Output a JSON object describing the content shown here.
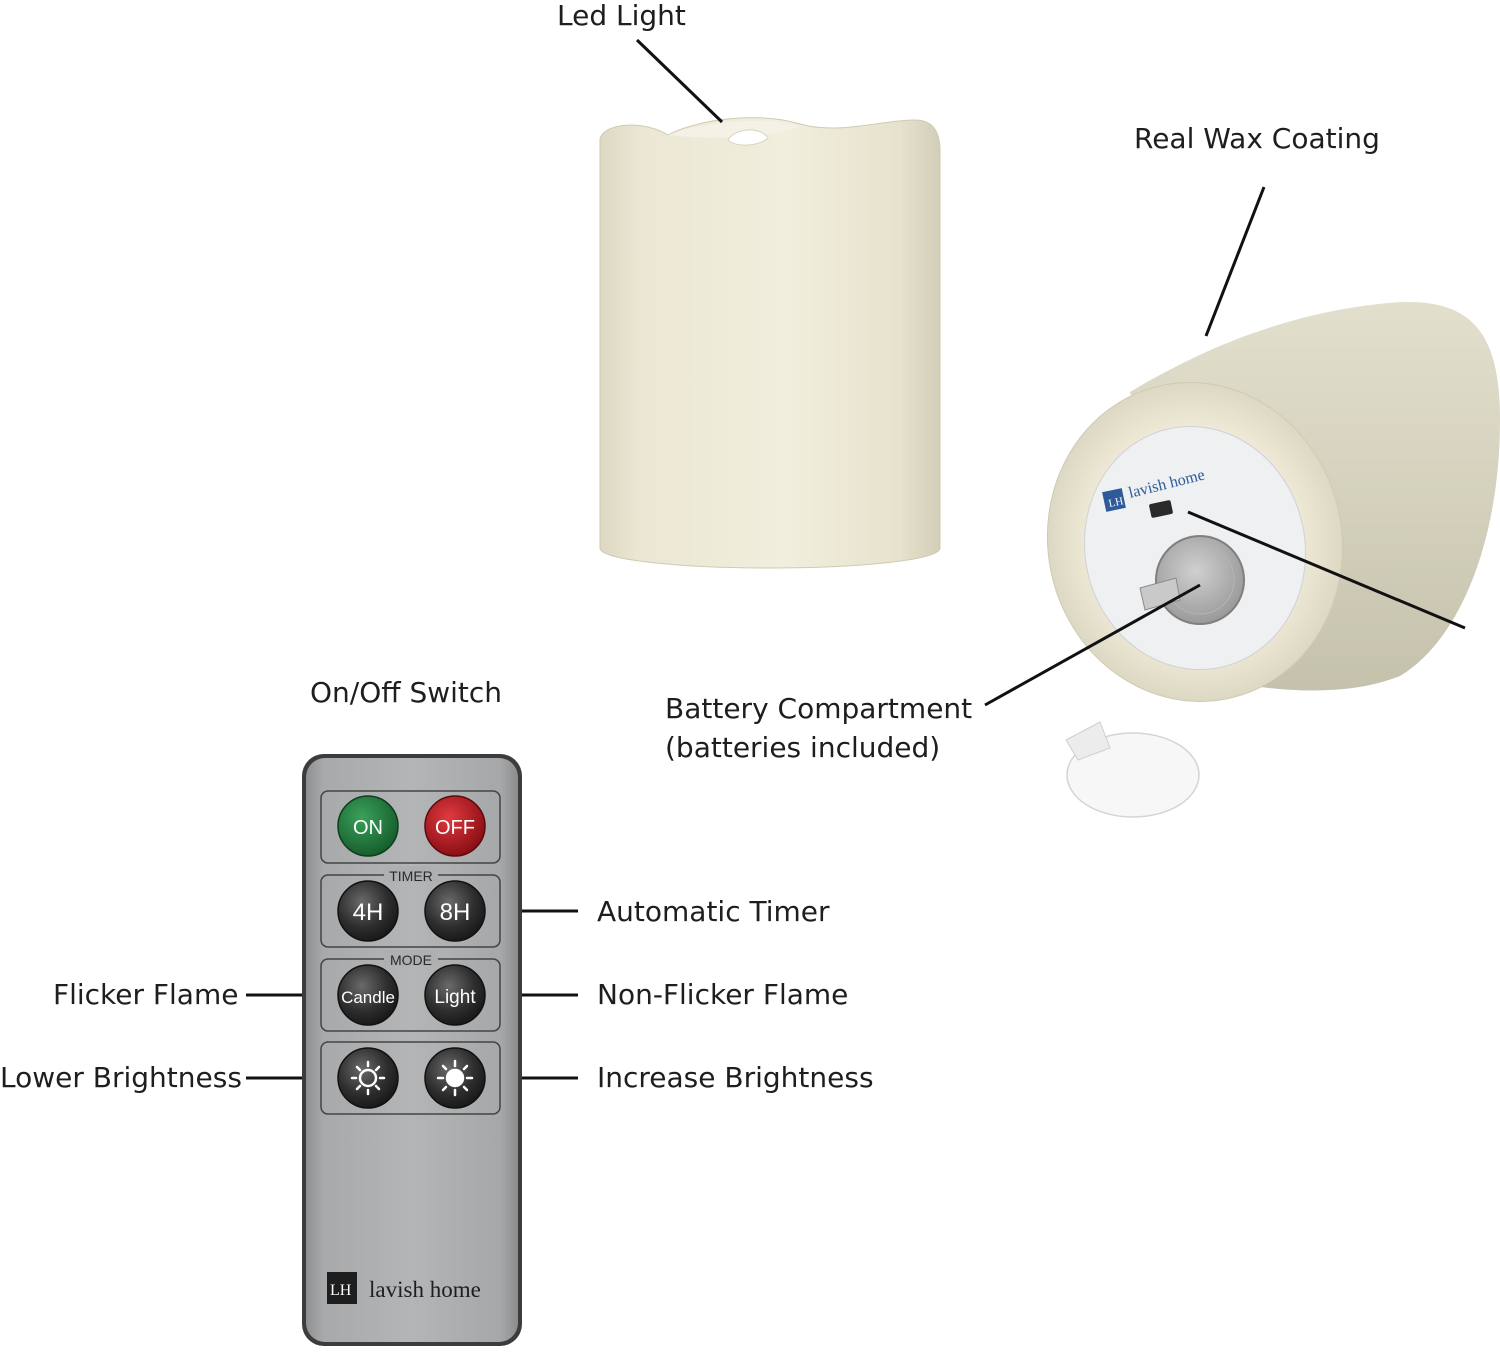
{
  "labels": {
    "led_light": "Led Light",
    "real_wax_coating": "Real Wax Coating",
    "on_off_switch": "On/Off Switch",
    "battery_line1": "Battery Compartment",
    "battery_line2": "(batteries included)",
    "automatic_timer": "Automatic Timer",
    "flicker_flame": "Flicker Flame",
    "non_flicker_flame": "Non-Flicker Flame",
    "lower_brightness": "Lower Brightness",
    "increase_brightness": "Increase Brightness"
  },
  "remote": {
    "on_label": "ON",
    "off_label": "OFF",
    "timer_label": "TIMER",
    "timer_4h": "4H",
    "timer_8h": "8H",
    "mode_label": "MODE",
    "mode_candle": "Candle",
    "mode_light": "Light",
    "brand": "lavish home",
    "monogram": "LH"
  },
  "candle_base": {
    "brand": "lavish home",
    "monogram": "LH"
  },
  "colors": {
    "on_button": "#1f7a3c",
    "off_button": "#b3141c",
    "wax": "#ece8d5",
    "remote_body": "#a9abad",
    "brand_blue": "#2e5a9a"
  }
}
